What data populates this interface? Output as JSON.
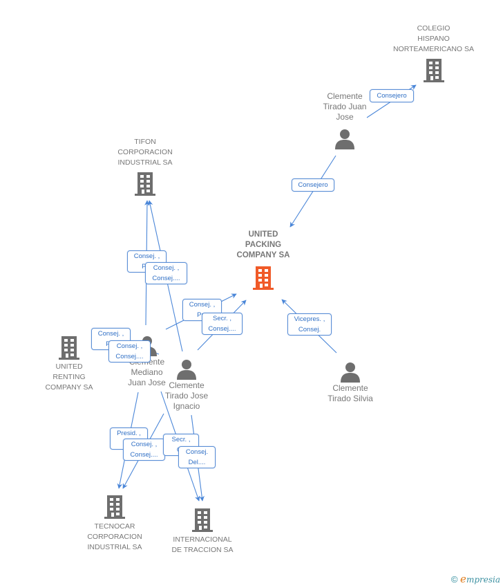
{
  "colors": {
    "edge": "#4a86d8",
    "node_gray": "#6e6e6e",
    "main_node": "#f05a28",
    "label_text": "#2f6fc5"
  },
  "nodes": {
    "colegio": {
      "label_lines": [
        "COLEGIO",
        "HISPANO",
        "NORTEAMERICANO SA"
      ],
      "icon": "building-icon"
    },
    "clemente_juan_jose": {
      "label_lines": [
        "Clemente",
        "Tirado Juan",
        "Jose"
      ],
      "icon": "person-icon"
    },
    "tifon": {
      "label_lines": [
        "TIFON",
        "CORPORACION",
        "INDUSTRIAL SA"
      ],
      "icon": "building-icon"
    },
    "united_packing": {
      "label_lines": [
        "UNITED",
        "PACKING",
        "COMPANY SA"
      ],
      "icon": "building-icon"
    },
    "united_renting": {
      "label_lines": [
        "UNITED",
        "RENTING",
        "COMPANY SA"
      ],
      "icon": "building-icon"
    },
    "clemente_mediano": {
      "label_lines": [
        "Clemente",
        "Mediano",
        "Juan Jose"
      ],
      "icon": "person-icon"
    },
    "clemente_jose_ignacio": {
      "label_lines": [
        "Clemente",
        "Tirado Jose",
        "Ignacio"
      ],
      "icon": "person-icon"
    },
    "clemente_silvia": {
      "label_lines": [
        "Clemente",
        "Tirado Silvia"
      ],
      "icon": "person-icon"
    },
    "tecnocar": {
      "label_lines": [
        "TECNOCAR",
        "CORPORACION",
        "INDUSTRIAL SA"
      ],
      "icon": "building-icon"
    },
    "internacional": {
      "label_lines": [
        "INTERNACIONAL",
        "DE TRACCION SA"
      ],
      "icon": "building-icon"
    }
  },
  "edge_labels": [
    {
      "id": "juanjose-colegio",
      "lines": [
        "Consejero"
      ]
    },
    {
      "id": "juanjose-packing",
      "lines": [
        "Consejero"
      ]
    },
    {
      "id": "mediano-tifon",
      "lines": [
        "Consej. ,",
        "Pre"
      ]
    },
    {
      "id": "ignacio-tifon",
      "lines": [
        "Consej. ,",
        "Consej...."
      ]
    },
    {
      "id": "mediano-packing",
      "lines": [
        "Consej. ,",
        "Pre"
      ]
    },
    {
      "id": "ignacio-packing",
      "lines": [
        "Secr. ,",
        "Consej...."
      ]
    },
    {
      "id": "silvia-packing",
      "lines": [
        "Vicepres. ,",
        "Consej."
      ]
    },
    {
      "id": "mediano-renting",
      "lines": [
        "Consej. ,",
        "Pre"
      ]
    },
    {
      "id": "ignacio-renting",
      "lines": [
        "Consej. ,",
        "Consej...."
      ]
    },
    {
      "id": "mediano-tecnocar",
      "lines": [
        "Presid. ,",
        "Co"
      ]
    },
    {
      "id": "ignacio-tecnocar",
      "lines": [
        "Consej. ,",
        "Consej...."
      ]
    },
    {
      "id": "mediano-internacional",
      "lines": [
        "Secr. ,",
        "Co"
      ]
    },
    {
      "id": "ignacio-internacional",
      "lines": [
        "Consej.",
        "Del...."
      ]
    }
  ],
  "footer": {
    "copyright": "©",
    "brand_initial": "e",
    "brand_rest": "mpresia"
  }
}
